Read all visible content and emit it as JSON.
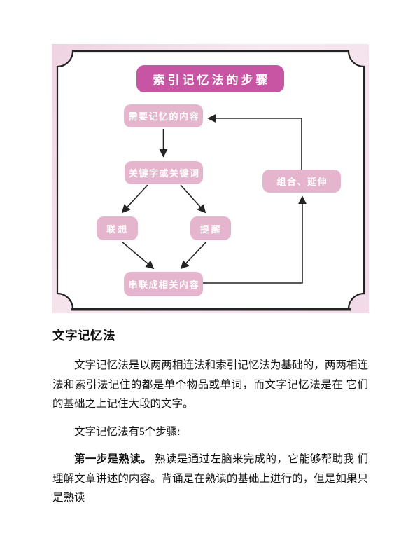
{
  "document": {
    "figure": {
      "title": "索引记忆法的步骤",
      "nodes": {
        "content": "需要记忆的内容",
        "keywords": "关键字或关键词",
        "association": "联想",
        "reminder": "提醒",
        "chain": "串联成相关内容",
        "extend": "组合、延伸"
      },
      "edges": [
        {
          "from": "content",
          "to": "keywords"
        },
        {
          "from": "keywords",
          "to": "association"
        },
        {
          "from": "keywords",
          "to": "reminder"
        },
        {
          "from": "association",
          "to": "chain"
        },
        {
          "from": "reminder",
          "to": "chain"
        },
        {
          "from": "chain",
          "to": "extend"
        },
        {
          "from": "extend",
          "to": "content"
        }
      ]
    },
    "article": {
      "heading": "文字记忆法",
      "p1": "文字记忆法是以两两相连法和索引记忆法为基础的，两两相连法和索引法记住的都是单个物品或单词，而文字记忆法是在 它们的基础之上记住大段的文字。",
      "p2": "文字记忆法有5个步骤:",
      "p3_bold": "第一步是熟读。",
      "p3_rest": " 熟读是通过左脑来完成的，它能够帮助我 们理解文章讲述的内容。背诵是在熟读的基础上进行的，但是如果只是熟读"
    },
    "colors": {
      "title_box": "#c855a4",
      "node_box": "#e5b4cd",
      "node_text": "#ffffff",
      "frame_stroke": "#232323",
      "page_bg": "#ffffff",
      "text_color": "#121212"
    }
  }
}
